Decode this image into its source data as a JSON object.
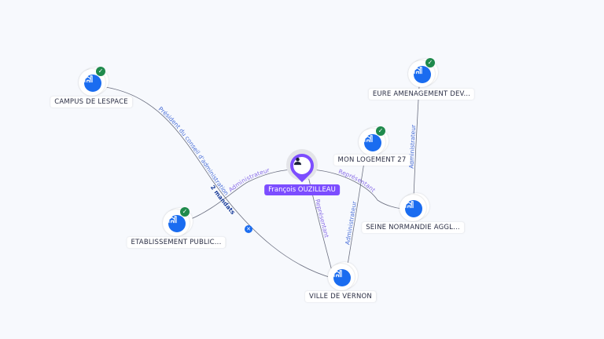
{
  "person": {
    "name": "François OUZILLEAU",
    "icon": "person-icon"
  },
  "companies": [
    {
      "name": "CAMPUS DE LESPACE",
      "verified": true
    },
    {
      "name": "EURE AMENAGEMENT DEV...",
      "verified": true
    },
    {
      "name": "MON LOGEMENT 27",
      "verified": true
    },
    {
      "name": "SEINE NORMANDIE AGGL...",
      "verified": false
    },
    {
      "name": "ETABLISSEMENT PUBLIC...",
      "verified": true
    },
    {
      "name": "VILLE DE VERNON",
      "verified": false
    }
  ],
  "edges": [
    {
      "label": "Président du conseil d'administration",
      "extra": "2 mandats"
    },
    {
      "label": "Administrateur"
    },
    {
      "label": "Représentant"
    },
    {
      "label": "Représentant"
    },
    {
      "label": "Administrateur"
    },
    {
      "label": "Administrateur"
    }
  ],
  "colors": {
    "accent": "#7c4dff",
    "company": "#1a6cf0",
    "verified": "#1f8a4c",
    "edge_blue": "#4a6fd8"
  }
}
